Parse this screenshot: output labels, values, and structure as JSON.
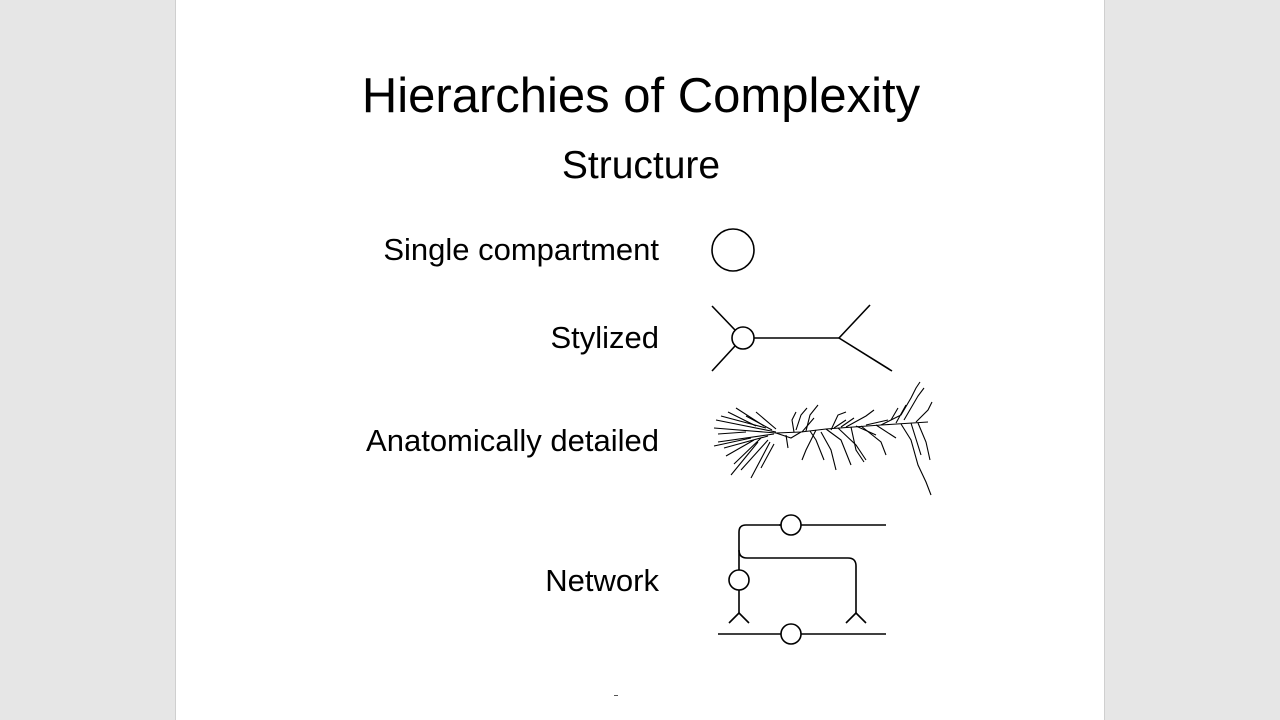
{
  "slide": {
    "title": "Hierarchies of Complexity",
    "subtitle": "Structure",
    "rows": [
      {
        "label": "Single compartment",
        "icon": "single-compartment-icon"
      },
      {
        "label": "Stylized",
        "icon": "stylized-neuron-icon"
      },
      {
        "label": "Anatomically detailed",
        "icon": "anatomically-detailed-neuron-icon"
      },
      {
        "label": "Network",
        "icon": "network-diagram-icon"
      }
    ]
  },
  "colors": {
    "background": "#e6e6e6",
    "slide": "#ffffff",
    "ink": "#000000"
  }
}
